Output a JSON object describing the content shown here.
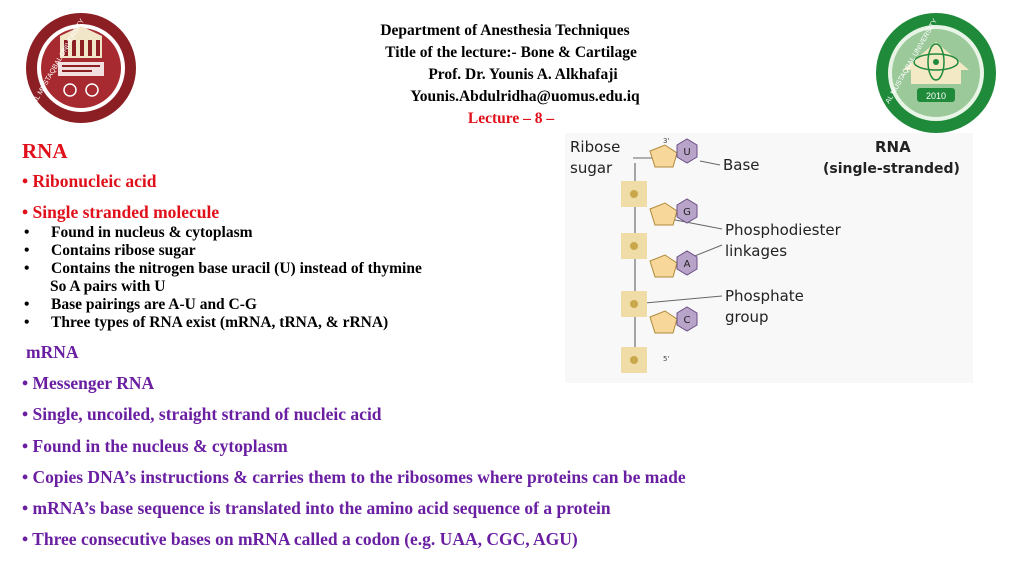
{
  "header": {
    "line1": "Department of Anesthesia Techniques",
    "line2": "Title of the lecture:- Bone  & Cartilage",
    "line3": "Prof. Dr. Younis A. Alkhafaji",
    "line4": "Younis.Abdulridha@uomus.edu.iq",
    "line5": "Lecture – 8 –"
  },
  "logos": {
    "left_text": "AL MUSTAQBAL UNIVERSITY",
    "right_text": "AL MUSTAQBAL UNIVERSITY",
    "right_year": "2010"
  },
  "rna": {
    "title": "RNA",
    "bullets_top": [
      "• Ribonucleic acid",
      "• Single stranded molecule"
    ],
    "details": [
      "Found in nucleus & cytoplasm",
      "Contains ribose sugar",
      "Contains the nitrogen base uracil (U) instead of thymine",
      "So  A pairs with U",
      "Base pairings are A-U and C-G",
      "Three types of RNA exist (mRNA, tRNA, & rRNA)"
    ]
  },
  "mrna": {
    "title": "mRNA",
    "bullets": [
      "• Messenger RNA",
      "• Single, uncoiled, straight strand of nucleic acid",
      "• Found in the nucleus & cytoplasm",
      "• Copies DNA’s instructions & carries them to the ribosomes where proteins can be made",
      "• mRNA’s base sequence is translated into the amino acid sequence of a protein",
      "• Three consecutive bases on mRNA called a codon (e.g. UAA, CGC, AGU)"
    ]
  },
  "diagram": {
    "label_ribose_1": "Ribose",
    "label_ribose_2": "sugar",
    "label_base": "Base",
    "label_rna_1": "RNA",
    "label_rna_2": "(single-stranded)",
    "label_phospho_1": "Phosphodiester",
    "label_phospho_2": "linkages",
    "label_phosphate_1": "Phosphate",
    "label_phosphate_2": "group",
    "bases": [
      "U",
      "G",
      "A",
      "C"
    ],
    "end_3": "3'",
    "end_5": "5'"
  }
}
